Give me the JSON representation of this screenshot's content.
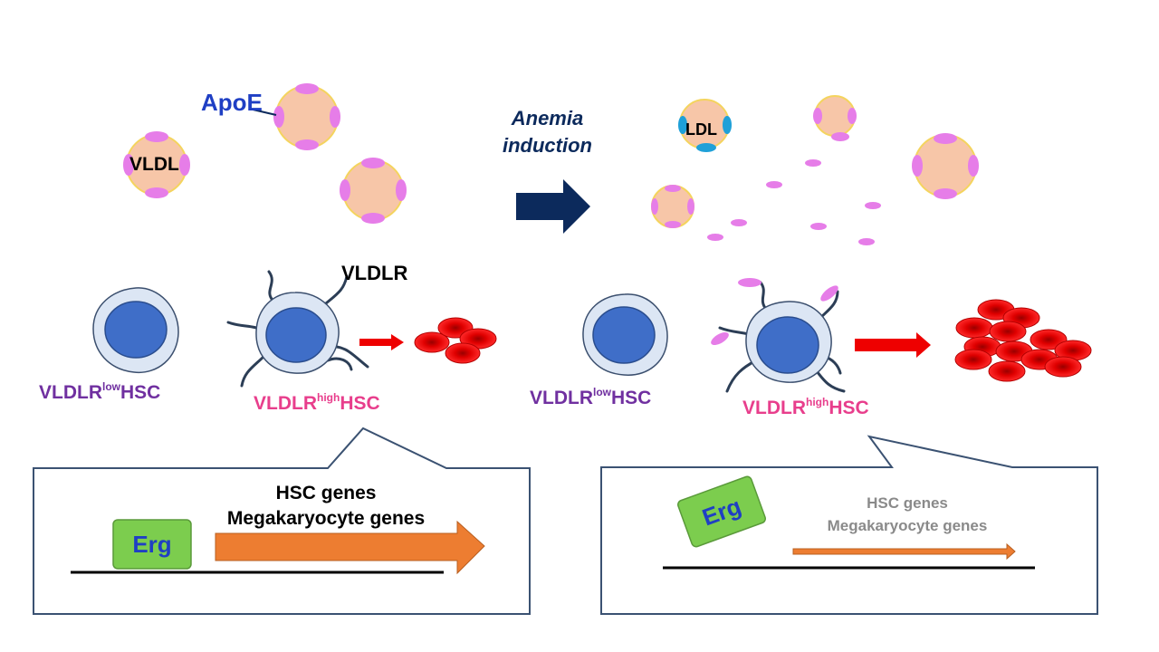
{
  "labels": {
    "apoe": "ApoE",
    "vldl": "VLDL",
    "ldl": "LDL",
    "vldlr": "VLDLR",
    "anemia_line1": "Anemia",
    "anemia_line2": "induction"
  },
  "cells": {
    "left_low": {
      "prefix": "VLDLR",
      "sup": "low",
      "suffix": "HSC"
    },
    "left_high": {
      "prefix": "VLDLR",
      "sup": "high",
      "suffix": "HSC"
    },
    "right_low": {
      "prefix": "VLDLR",
      "sup": "low",
      "suffix": "HSC"
    },
    "right_high": {
      "prefix": "VLDLR",
      "sup": "high",
      "suffix": "HSC"
    }
  },
  "panels": {
    "left": {
      "erg": "Erg",
      "genes_line1": "HSC genes",
      "genes_line2": "Megakaryocyte genes"
    },
    "right": {
      "erg": "Erg",
      "genes_line1": "HSC genes",
      "genes_line2": "Megakaryocyte genes"
    }
  },
  "colors": {
    "apoe_text": "#1f3fc4",
    "lipo_fill": "#f7c6a8",
    "lipo_ring": "#f4d45e",
    "apoe_pink": "#e67de8",
    "ldl_blue": "#1fa0d8",
    "navy": "#0c2a5c",
    "cell_outer": "#dce6f4",
    "nucleus": "#3f6ec8",
    "low_label": "#7030a0",
    "high_label": "#e83e8c",
    "rbc": "#e30000",
    "arrow_red": "#ee0000",
    "orange": "#ed7d31",
    "erg_green": "#7ccd4e",
    "erg_text": "#1f3fc4",
    "callout_border": "#3b5272",
    "gray_text": "#8a8a8a"
  }
}
